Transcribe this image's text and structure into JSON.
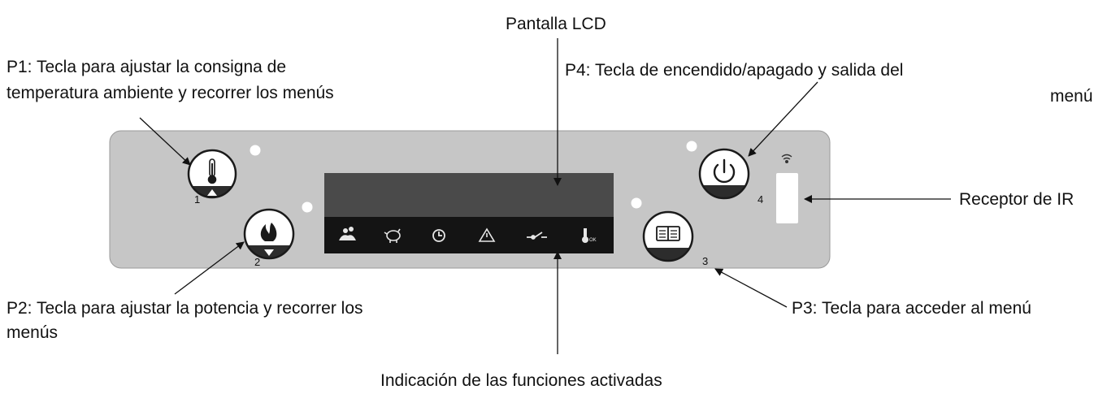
{
  "labels": {
    "lcd": "Pantalla LCD",
    "p1_line1": "P1: Tecla para ajustar la consigna de",
    "p1_line2": "temperatura ambiente y recorrer los menús",
    "p4_line1": "P4: Tecla de encendido/apagado y salida del",
    "p4_line2": "menú",
    "receptor": "Receptor de IR",
    "p2_line1": "P2: Tecla para ajustar la potencia y recorrer los",
    "p2_line2": "menús",
    "p3": "P3: Tecla para acceder al menú",
    "indicacion": "Indicación de las funciones activadas"
  },
  "buttons": {
    "b1": "1",
    "b2": "2",
    "b3": "3",
    "b4": "4"
  },
  "indicators": {
    "ok_text": "OK"
  },
  "colors": {
    "panel": "#c6c6c6",
    "lcd_screen": "#4a4a4a",
    "lcd_strip": "#141414",
    "button_band": "#2c2c2c"
  },
  "icons": [
    "users-icon",
    "piggy-bank-icon",
    "clock-icon",
    "warning-icon",
    "switch-icon",
    "thermometer-ok-icon"
  ]
}
